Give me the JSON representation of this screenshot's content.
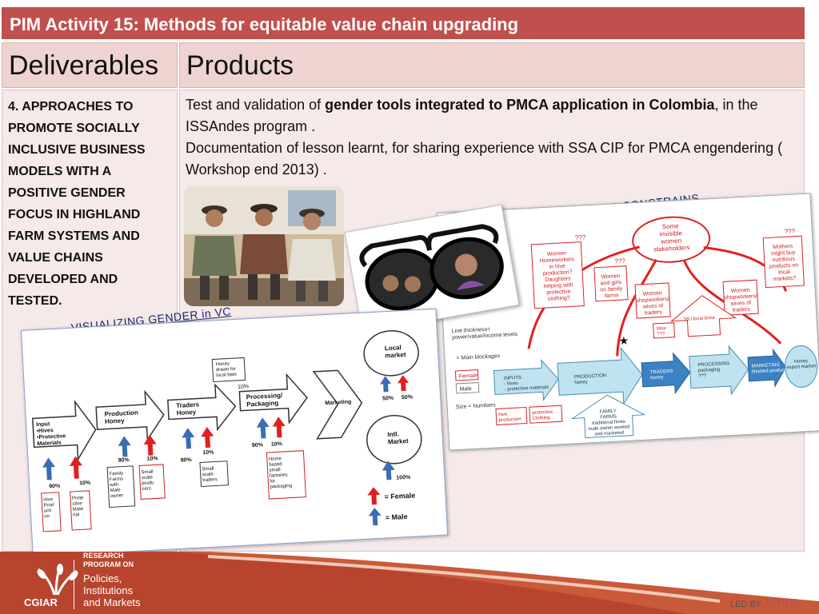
{
  "slide": {
    "title": "PIM Activity 15: Methods for equitable value chain upgrading",
    "col_left_header": "Deliverables",
    "col_right_header": "Products",
    "deliverable": "4. APPROACHES TO PROMOTE SOCIALLY INCLUSIVE BUSINESS MODELS WITH A POSITIVE GENDER FOCUS IN HIGHLAND FARM SYSTEMS AND VALUE CHAINS DEVELOPED AND TESTED.",
    "products": {
      "line1_pre": "Test and validation of ",
      "line1_bold": "gender tools integrated to PMCA application in Colombia",
      "line1_post": ", in the ISSAndes program .",
      "line2": "Documentation of lesson learnt, for sharing experience with SSA CIP for PMCA engendering ( Workshop end 2013) ."
    },
    "caption_left": "VISUALIZING GENDER in VC",
    "caption_right": "IDENTIFING GENDER CONSTRAINS"
  },
  "vc_diagram": {
    "input_label": "Input\n•Hives\n•Protective\nMaterials",
    "production_label": "Production\nHoney",
    "traders_label": "Traders\nHoney",
    "processing_label": "Processing/\nPackaging",
    "marketing_label": "Marketing",
    "local_market": "Local\nmarket",
    "intl_market": "Intl.\nMarket",
    "beer_box": "Honey\ndrawn for\nlocal beer",
    "pct_10": "10%",
    "pct_50a": "50%",
    "pct_50b": "50%",
    "pct_90": "90%",
    "pct_100": "100%",
    "hive_box": "Hive\nProd\nucti\non",
    "protective_box": "Prote\nctive\nMate\nrial",
    "family_box": "Family\nFarms\nwith\nMale\nowner",
    "small_prod_box": "Small\nscale\nprodu\ncers",
    "small_traders_box": "Small\nscale\ntraders",
    "home_box": "Home\nbased\nsmall\nfactories\nfor\npackaging",
    "legend_female": "= Female",
    "legend_male": "=  Male"
  },
  "gc_diagram": {
    "invisible": "Some\ninvisible\nwomen\nstakeholders",
    "q": "???",
    "women_hive": "Women\nHomeworkers\nin hive\nproduction?\nDaughters\nhelping with\nprotective\nclothing?",
    "women_girls": "Women\nand girls\non family\nfarms",
    "women_shop": "Women\nshopworkers/\nwives of\ntraders",
    "women_shop2": "Women\nshopworkers/\nwives of\ntraders",
    "mothers": "Mothers\nmight buy\nnutritious\nproducts on\nlocal\nmarkets?",
    "line_thickness": "Line thickness=\npower/value/income levels",
    "main_block": "= Main blockages",
    "female": "Female",
    "male": "Male",
    "size_numbers": "Size = Numbers",
    "inputs": "INPUTS\n- hives\n- protective materials",
    "production": "PRODUCTION\nhoney",
    "traders": "TRADERS\nhoney",
    "processing": "PROCESSING\npackaging\n???",
    "marketing": "MARKETING\nfinished products",
    "export": "Honey\nexport market",
    "family_farms": "FAMILY\nFARMS\ntraditional hives\nmale owner worked\nand marketed",
    "hive_prod": "hive\nproduction",
    "protective": "protective\nClothing",
    "wax": "Wax\n???",
    "tbi": "TBJ local brew"
  },
  "footer": {
    "research": "RESEARCH\nPROGRAM ON",
    "program": "Policies,\nInstitutions\nand Markets",
    "cgiar": "CGIAR",
    "led_by": "LED BY",
    "ifpri": "IFPRI"
  },
  "colors": {
    "title_bar": "#c0504d",
    "header_bg": "#eed3d1",
    "body_bg": "#f5e9e9",
    "female_arrow": "#e02020",
    "male_arrow": "#3b6db3"
  }
}
